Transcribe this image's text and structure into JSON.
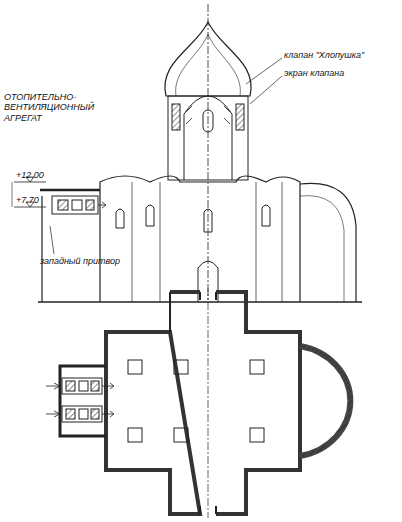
{
  "diagram": {
    "labels": [
      "клапан \"Хлопушка\"",
      "экран клапана",
      "ОТОПИТЕЛЬНО-ВЕНТИЛЯЦИОННЫЙ АГРЕГАТ",
      "+12.00",
      "+7.70",
      "западный притвор"
    ]
  }
}
